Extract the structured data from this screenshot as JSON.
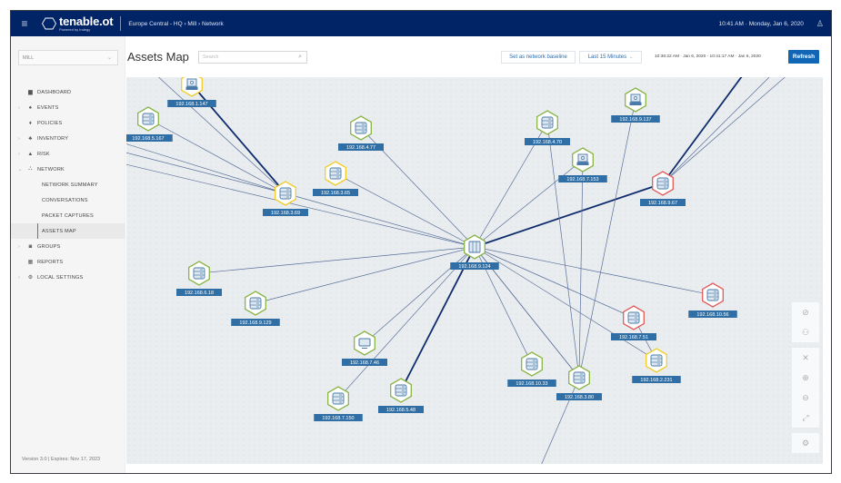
{
  "header": {
    "logo_main": "tenable.ot",
    "logo_sub": "Powered by Indegy",
    "breadcrumb": "Europe Central - HQ › Mill › Network",
    "clock": "10:41 AM · Monday, Jan 6, 2020",
    "menu_icon": "hamburger-icon",
    "user_icon": "user-icon"
  },
  "sidebar": {
    "site_select": "MILL",
    "items": [
      {
        "label": "DASHBOARD",
        "icon": "dashboard-icon",
        "glyph": "▆",
        "expandable": false
      },
      {
        "label": "EVENTS",
        "icon": "bell-icon",
        "glyph": "♠",
        "expandable": true
      },
      {
        "label": "POLICIES",
        "icon": "pin-icon",
        "glyph": "♦",
        "expandable": false
      },
      {
        "label": "INVENTORY",
        "icon": "inventory-icon",
        "glyph": "♣",
        "expandable": true
      },
      {
        "label": "RISK",
        "icon": "risk-icon",
        "glyph": "▲",
        "expandable": true
      },
      {
        "label": "NETWORK",
        "icon": "network-icon",
        "glyph": "⛬",
        "expandable": true,
        "expanded": true
      }
    ],
    "network_sub": [
      {
        "label": "NETWORK SUMMARY",
        "active": false
      },
      {
        "label": "CONVERSATIONS",
        "active": false
      },
      {
        "label": "PACKET CAPTURES",
        "active": false
      },
      {
        "label": "ASSETS MAP",
        "active": true
      }
    ],
    "items_after": [
      {
        "label": "GROUPS",
        "icon": "groups-icon",
        "glyph": "◙",
        "expandable": true
      },
      {
        "label": "REPORTS",
        "icon": "reports-icon",
        "glyph": "▦",
        "expandable": false
      },
      {
        "label": "LOCAL SETTINGS",
        "icon": "settings-icon",
        "glyph": "⚙",
        "expandable": true
      }
    ],
    "version": "Version 3.0  |  Expires: Nov 17, 2023"
  },
  "main": {
    "title": "Assets Map",
    "search_placeholder": "Search",
    "baseline_button": "Set as network baseline",
    "time_select": "Last 15 Minutes",
    "time_range": "10:36:22 AM · Jan 6, 2020 - 10:41:17 AM · Jan 6, 2020",
    "refresh_button": "Refresh"
  },
  "colors": {
    "header_bg": "#012466",
    "accent": "#1166b6",
    "label_bg": "#2f6fa5",
    "risk_low": "#8ab447",
    "risk_medium": "#f2cc28",
    "risk_high": "#e35b5b",
    "edge": "#5a6f9a",
    "edge_heavy": "#0f2c6e"
  },
  "map": {
    "nodes": [
      {
        "id": "n1",
        "ip": "192.168.1.147",
        "type": "workstation",
        "risk": "medium"
      },
      {
        "id": "n2",
        "ip": "192.168.5.167",
        "type": "server",
        "risk": "low"
      },
      {
        "id": "n3",
        "ip": "192.168.3.69",
        "type": "server",
        "risk": "medium"
      },
      {
        "id": "n4",
        "ip": "192.168.4.77",
        "type": "server",
        "risk": "low"
      },
      {
        "id": "n5",
        "ip": "192.168.3.65",
        "type": "server",
        "risk": "medium"
      },
      {
        "id": "n6",
        "ip": "192.168.4.70",
        "type": "server",
        "risk": "low"
      },
      {
        "id": "n7",
        "ip": "192.168.9.137",
        "type": "workstation",
        "risk": "low"
      },
      {
        "id": "n8",
        "ip": "192.168.7.153",
        "type": "workstation",
        "risk": "low"
      },
      {
        "id": "n9",
        "ip": "192.168.9.67",
        "type": "server",
        "risk": "high"
      },
      {
        "id": "n10",
        "ip": "192.168.9.124",
        "type": "switch",
        "risk": "low"
      },
      {
        "id": "n11",
        "ip": "192.168.6.18",
        "type": "server",
        "risk": "low"
      },
      {
        "id": "n12",
        "ip": "192.168.9.129",
        "type": "server",
        "risk": "low"
      },
      {
        "id": "n13",
        "ip": "192.168.10.56",
        "type": "server",
        "risk": "high"
      },
      {
        "id": "n14",
        "ip": "192.168.7.51",
        "type": "server",
        "risk": "high"
      },
      {
        "id": "n15",
        "ip": "192.168.7.46",
        "type": "monitor",
        "risk": "low"
      },
      {
        "id": "n16",
        "ip": "192.168.2.231",
        "type": "server",
        "risk": "medium"
      },
      {
        "id": "n17",
        "ip": "192.168.10.33",
        "type": "server",
        "risk": "low"
      },
      {
        "id": "n18",
        "ip": "192.168.3.80",
        "type": "server",
        "risk": "low"
      },
      {
        "id": "n19",
        "ip": "192.168.7.150",
        "type": "server",
        "risk": "low"
      },
      {
        "id": "n20",
        "ip": "192.168.5.48",
        "type": "server",
        "risk": "low"
      }
    ],
    "edges": [
      [
        "n1",
        "n3",
        "heavy"
      ],
      [
        "n2",
        "n3",
        "light"
      ],
      [
        "ext-left-top",
        "n3",
        "light"
      ],
      [
        "ext-left-mid",
        "n3",
        "light"
      ],
      [
        "ext-left-low",
        "n3",
        "light"
      ],
      [
        "n3",
        "n10",
        "light"
      ],
      [
        "n4",
        "n10",
        "light"
      ],
      [
        "n5",
        "n10",
        "light"
      ],
      [
        "n6",
        "n10",
        "light"
      ],
      [
        "n8",
        "n10",
        "light"
      ],
      [
        "n9",
        "n10",
        "heavy"
      ],
      [
        "n11",
        "n10",
        "light"
      ],
      [
        "n12",
        "n10",
        "light"
      ],
      [
        "n10",
        "n13",
        "light"
      ],
      [
        "n10",
        "n14",
        "light"
      ],
      [
        "n10",
        "n16",
        "light"
      ],
      [
        "n10",
        "n17",
        "light"
      ],
      [
        "n10",
        "n18",
        "light"
      ],
      [
        "n10",
        "n15",
        "light"
      ],
      [
        "n10",
        "n19",
        "light"
      ],
      [
        "n10",
        "n20",
        "heavy"
      ],
      [
        "n6",
        "n18",
        "light"
      ],
      [
        "n7",
        "n18",
        "light"
      ],
      [
        "n8",
        "n18",
        "light"
      ],
      [
        "n10",
        "n18",
        "light"
      ],
      [
        "n9",
        "ext-tr-1",
        "heavy"
      ],
      [
        "n9",
        "ext-tr-2",
        "light"
      ],
      [
        "n9",
        "ext-tr-3",
        "light"
      ],
      [
        "n18",
        "ext-bottom",
        "light"
      ],
      [
        "n14",
        "n16",
        "light"
      ],
      [
        "ext-left-a",
        "n10",
        "light"
      ]
    ],
    "controls": [
      {
        "icon": "hide-icon",
        "glyph": "⊘"
      },
      {
        "icon": "topology-icon",
        "glyph": "⚇"
      },
      {
        "icon": "fit-icon",
        "glyph": "✕"
      },
      {
        "icon": "zoom-in-icon",
        "glyph": "⊕"
      },
      {
        "icon": "zoom-out-icon",
        "glyph": "⊖"
      },
      {
        "icon": "expand-icon",
        "glyph": "⤢"
      },
      {
        "icon": "map-settings-icon",
        "glyph": "⚙"
      }
    ]
  }
}
